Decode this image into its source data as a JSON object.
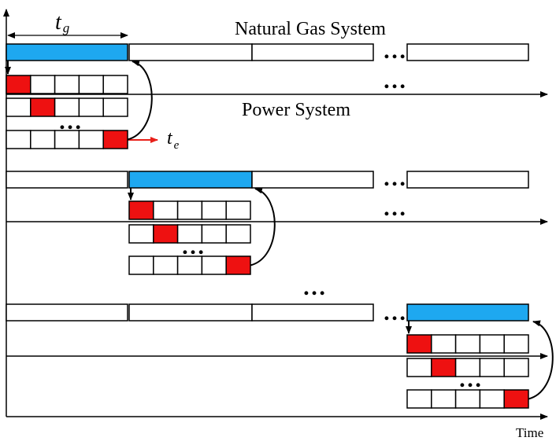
{
  "labels": {
    "gas": "Natural Gas System",
    "power": "Power System",
    "time": "Time",
    "tg": "t",
    "tg_sub": "g",
    "te": "t",
    "te_sub": "e",
    "ellipsis": "…"
  },
  "colors": {
    "gas_active": "#1ea8f0",
    "power_active": "#ee1111",
    "te_arrow": "#e8201a",
    "line": "#000000",
    "box_fill": "#ffffff"
  }
}
